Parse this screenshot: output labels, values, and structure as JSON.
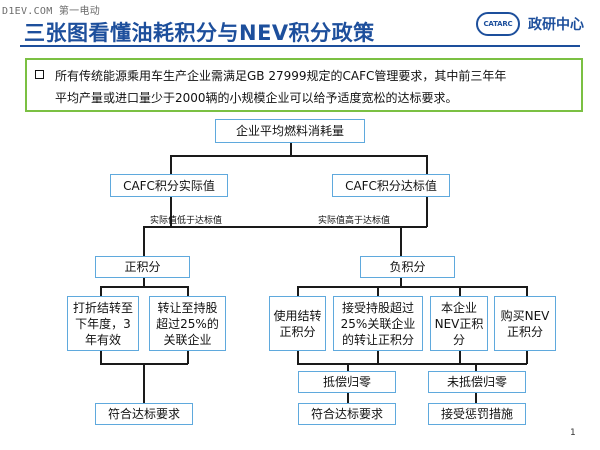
{
  "watermark": "D1EV.COM 第一电动",
  "header": {
    "title": "三张图看懂油耗积分与NEV积分政策",
    "logo_text": "CATARC",
    "org_name": "政研中心"
  },
  "notice": {
    "line1": "所有传统能源乘用车生产企业需满足GB 27999规定的CAFC管理要求，其中前三年年",
    "line2": "平均产量或进口量少于2000辆的小规模企业可以给予适度宽松的达标要求。"
  },
  "flow": {
    "root": "企业平均燃料消耗量",
    "actual": "CAFC积分实际值",
    "target": "CAFC积分达标值",
    "edge_lower": "实际值低于达标值",
    "edge_higher": "实际值高于达标值",
    "positive": "正积分",
    "negative": "负积分",
    "pos_opt1": "打折结转至下年度，3年有效",
    "pos_opt2": "转让至持股超过25%的关联企业",
    "neg_opt1": "使用结转正积分",
    "neg_opt2": "接受持股超过25%关联企业的转让正积分",
    "neg_opt3": "本企业NEV正积分",
    "neg_opt4": "购买NEV正积分",
    "offset": "抵偿归零",
    "not_offset": "未抵偿归零",
    "comply_left": "符合达标要求",
    "comply_right": "符合达标要求",
    "penalty": "接受惩罚措施"
  },
  "page_number": "1"
}
